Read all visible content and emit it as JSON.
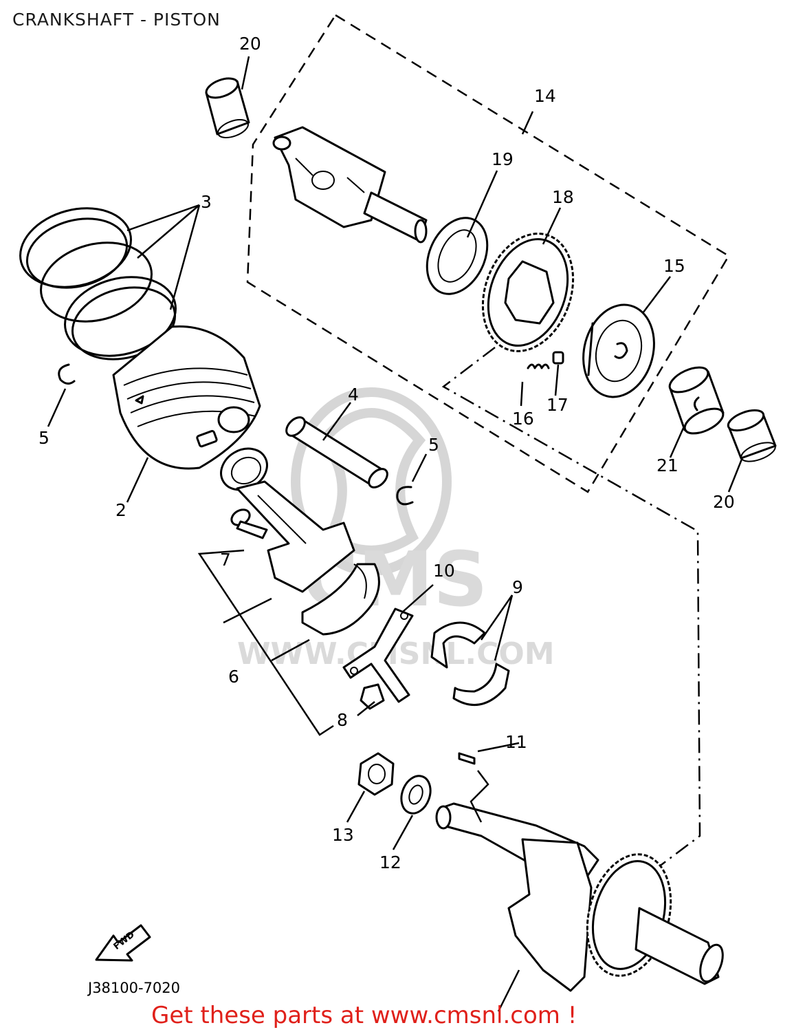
{
  "title": "CRANKSHAFT - PISTON",
  "drawing_code": "J38100-7020",
  "fwd_label": "FWD",
  "watermark": {
    "brand": "CMS",
    "url": "WWW.CMSNL.COM"
  },
  "footer": "Get these parts at www.cmsnl.com !",
  "callouts": {
    "c2": "2",
    "c3": "3",
    "c4": "4",
    "c5a": "5",
    "c5b": "5",
    "c6": "6",
    "c7": "7",
    "c8": "8",
    "c9": "9",
    "c10": "10",
    "c11": "11",
    "c12": "12",
    "c13": "13",
    "c14": "14",
    "c15": "15",
    "c16": "16",
    "c17": "17",
    "c18": "18",
    "c19": "19",
    "c20a": "20",
    "c20b": "20",
    "c21": "21"
  }
}
